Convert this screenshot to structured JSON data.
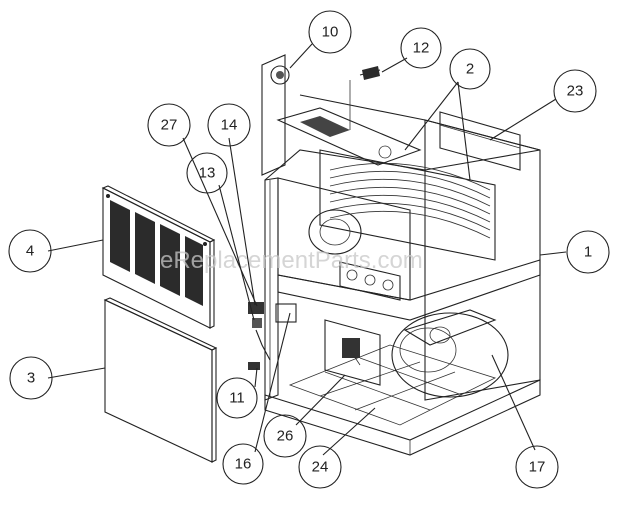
{
  "watermark": "eReplacementParts.com",
  "callouts": [
    "10",
    "12",
    "2",
    "23",
    "27",
    "14",
    "13",
    "4",
    "1",
    "3",
    "11",
    "16",
    "26",
    "24",
    "17"
  ]
}
